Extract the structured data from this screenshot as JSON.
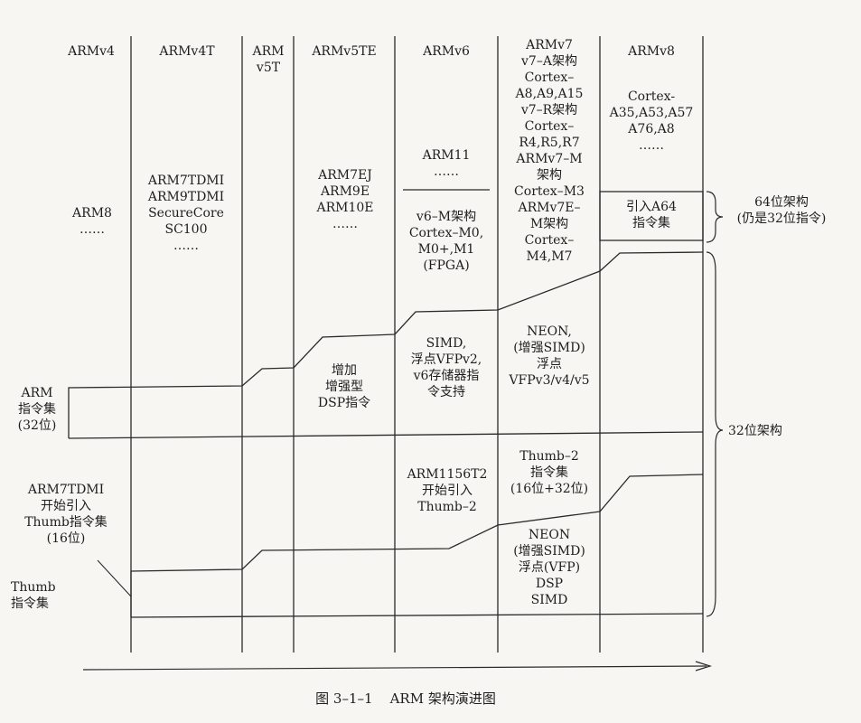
{
  "columns": {
    "armv4": "ARMv4",
    "armv4t": "ARMv4T",
    "armv5t": "ARM\nv5T",
    "armv5te": "ARMv5TE",
    "armv6": "ARMv6",
    "armv7": "ARMv7\nv7–A架构\nCortex–\nA8,A9,A15\nv7–R架构\nCortex–\nR4,R5,R7\nARMv7–M\n架构\nCortex–M3\nARMv7E–\nM架构\nCortex–\nM4,M7",
    "armv8": "ARMv8"
  },
  "cores": {
    "armv4": "ARM8\n……",
    "armv4t": "ARM7TDMI\nARM9TDMI\nSecureCore\nSC100\n……",
    "armv5te": "ARM7EJ\nARM9E\nARM10E\n……",
    "armv6_top": "ARM11\n……",
    "armv6_m": "v6–M架构\nCortex–M0,\nM0+,M1\n(FPGA)",
    "armv8_cortex": "Cortex-\nA35,A53,A57\nA76,A8\n……",
    "armv8_a64": "引入A64\n指令集"
  },
  "arm_isa": {
    "label": "ARM\n指令集\n(32位)",
    "v5te_feature": "增加\n增强型\nDSP指令",
    "v6_feature": "SIMD,\n浮点VFPv2,\nv6存储器指\n令支持",
    "v7_feature": "NEON,\n(增强SIMD)\n浮点\nVFPv3/v4/v5"
  },
  "thumb_isa": {
    "intro": "ARM7TDMI\n开始引入\nThumb指令集\n(16位)",
    "label": "Thumb\n指令集",
    "v6_feature": "ARM1156T2\n开始引入\nThumb–2",
    "v7_top": "Thumb–2\n指令集\n(16位+32位)",
    "v7_features": "NEON\n(增强SIMD)\n浮点(VFP)\nDSP\nSIMD"
  },
  "brackets": {
    "bit64": "64位架构\n(仍是32位指令)",
    "bit32": "32位架构"
  },
  "caption": "图 3–1–1    ARM 架构演进图"
}
